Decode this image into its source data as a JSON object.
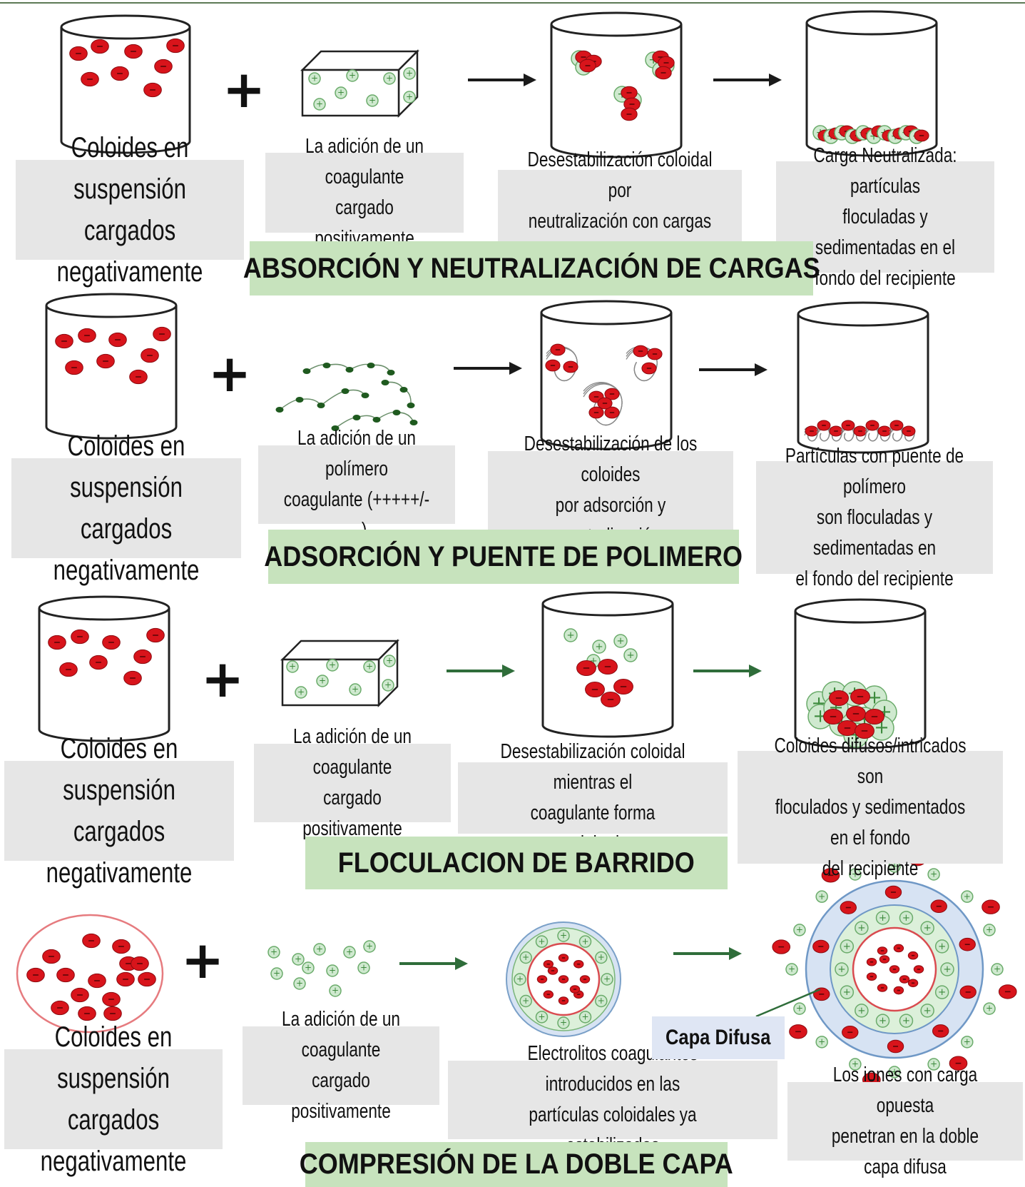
{
  "rows": [
    {
      "title": "ABSORCIÓN Y NEUTRALIZACIÓN DE CARGAS",
      "labels": [
        "Coloides en suspensión\ncargados negativamente",
        "La adición de un coagulante\ncargado positivamente",
        "Desestabilización coloidal por\nneutralización con cargas opuestas",
        "Carga Neutralizada: partículas\nfloculadas y sedimentadas en el\nfondo del recipiente"
      ]
    },
    {
      "title": "ADSORCIÓN Y PUENTE DE POLIMERO",
      "labels": [
        "Coloides en suspensión\ncargados negativamente",
        "La adición de un polímero\ncoagulante (+++++/- - -)",
        "Desestabilización de los coloides\npor adsorción y neutralización",
        "Partículas con puente de polímero\nson floculadas y sedimentadas en\nel fondo del recipiente"
      ]
    },
    {
      "title": "FLOCULACION DE BARRIDO",
      "labels": [
        "Coloides en suspensión\ncargados negativamente",
        "La adición de un coagulante\ncargado positivamente",
        "Desestabilización coloidal mientras el\ncoagulante forma precipitados",
        "Coloides difusos/intricados son\nfloculados y sedimentados en el fondo\ndel recipiente"
      ]
    },
    {
      "title": "COMPRESIÓN DE LA DOBLE CAPA",
      "labels": [
        "Coloides en suspensión\ncargados negativamente",
        "La adición de un coagulante\ncargado positivamente",
        "Electrolitos coagulantes introducidos en las\npartículas coloidales ya estabilizadas",
        "Los iones con carga opuesta\npenetran en la doble capa difusa"
      ],
      "callout": "Capa Difusa"
    }
  ],
  "symbols": {
    "plus": "+",
    "minus": "−"
  },
  "colors": {
    "colloid": "#d8141b",
    "positive_fill": "#cfe9cf",
    "positive_stroke": "#6aab6a",
    "title_band": "#c7e3bd",
    "label_box": "#e6e6e6",
    "arrow_black": "#1a1a1a",
    "arrow_green": "#2f6d3a",
    "polymer": "#1f5a1f",
    "layer_blue": "#d7e3f3",
    "callout_box": "#dfe6f4"
  }
}
